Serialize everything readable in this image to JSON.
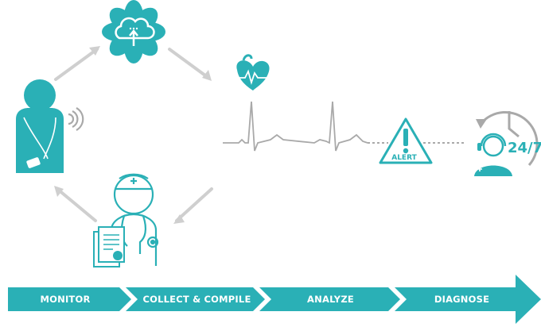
{
  "colors": {
    "teal": "#2ab0b6",
    "light_gray": "#cfcfcf",
    "gray": "#a9a9a9",
    "white": "#ffffff"
  },
  "icons": [
    "cloud-upload-icon",
    "heart-ecg-icon",
    "patient-monitor-icon",
    "doctor-records-icon",
    "alert-icon",
    "support-agent-24-7-icon"
  ],
  "alert_label": "ALERT",
  "clock_label": "24/7",
  "steps": [
    {
      "label": "MONITOR"
    },
    {
      "label": "COLLECT & COMPILE"
    },
    {
      "label": "ANALYZE"
    },
    {
      "label": "DIAGNOSE"
    }
  ]
}
